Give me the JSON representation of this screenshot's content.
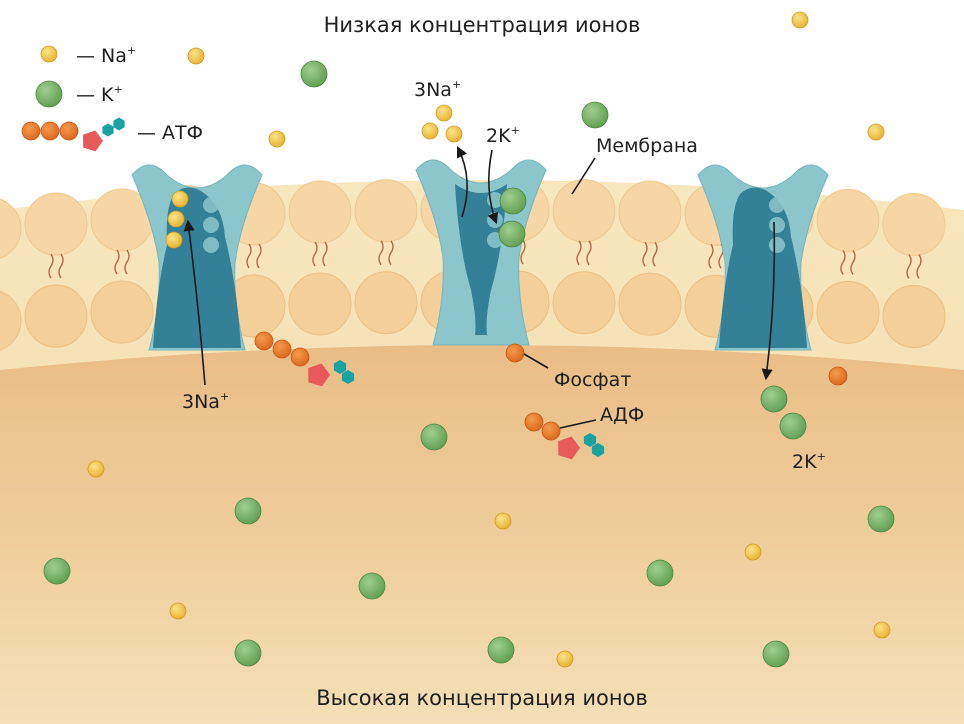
{
  "titles": {
    "top": "Низкая концентрация ионов",
    "bottom": "Высокая концентрация ионов"
  },
  "legend": {
    "na": {
      "dash": "— ",
      "base": "Na",
      "sup": "+"
    },
    "k": {
      "dash": "— ",
      "base": "K",
      "sup": "+"
    },
    "atp": {
      "text": "— АТФ"
    }
  },
  "labels": {
    "membrane": "Мембрана",
    "phosphate": "Фосфат",
    "adp": "АДФ",
    "pump1_na": {
      "base": "3Na",
      "sup": "+"
    },
    "pump2_na": {
      "base": "3Na",
      "sup": "+"
    },
    "pump2_k": {
      "base": "2K",
      "sup": "+"
    },
    "pump3_k": {
      "base": "2K",
      "sup": "+"
    }
  },
  "colors": {
    "sodium": "#f5c84c",
    "potassium": "#7ab86a",
    "phosphate": "#e8782a",
    "adenine": "#e85a5a",
    "ribose": "#1aa2a2",
    "pump_outer": "#8cc6cd",
    "pump_inner": "#2d7a92",
    "membrane": "#f6e0b2",
    "cytoplasm": "#ecc48e"
  },
  "icons": [
    "sodium-ion-icon",
    "potassium-ion-icon",
    "atp-molecule-icon",
    "adp-molecule-icon",
    "phosphate-icon"
  ]
}
